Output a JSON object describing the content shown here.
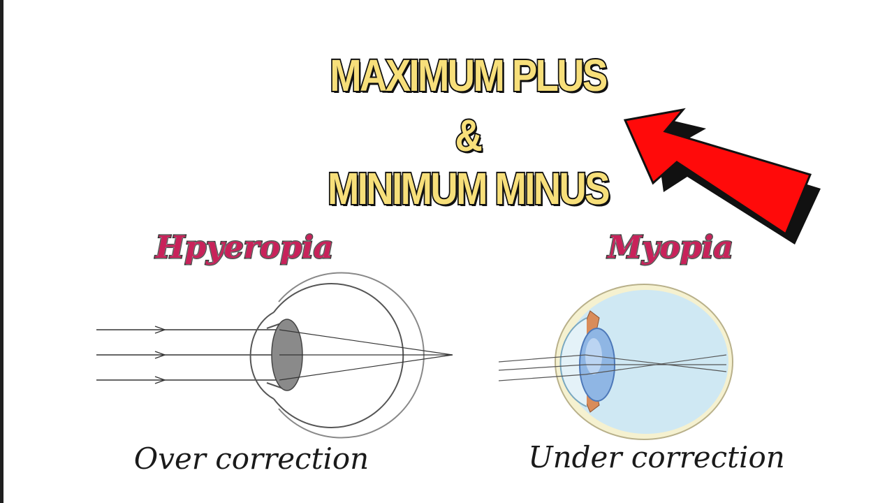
{
  "title": {
    "line1": "MAXIMUM PLUS",
    "line2": "&",
    "line3": "MINIMUM MINUS"
  },
  "left_panel": {
    "condition": "Hpyeropia",
    "caption": "Over correction"
  },
  "right_panel": {
    "condition": "Myopia",
    "caption": "Under correction"
  },
  "colors": {
    "title_fill": "#f7df7a",
    "condition_fill": "#c8225a",
    "arrow": "#ff0a0a"
  }
}
